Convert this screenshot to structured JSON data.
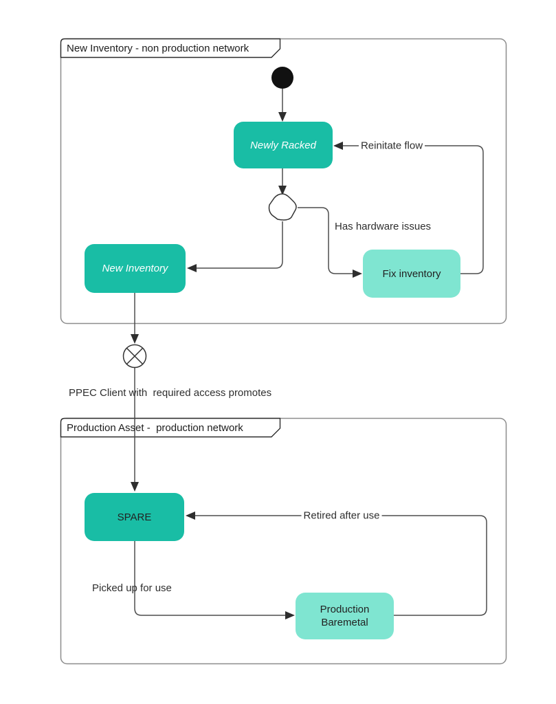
{
  "diagram": {
    "frames": [
      {
        "title": "New Inventory - non production network"
      },
      {
        "title": "Production Asset -  production network"
      }
    ],
    "nodes": {
      "newly_racked": {
        "label": "Newly Racked"
      },
      "new_inventory": {
        "label": "New Inventory"
      },
      "fix_inventory": {
        "label": "Fix inventory"
      },
      "spare": {
        "label": "SPARE"
      },
      "production_baremetal": {
        "label": "Production Baremetal"
      }
    },
    "edge_labels": {
      "reinitate_flow": "Reinitate flow",
      "has_hardware_issues": "Has hardware issues",
      "ppec_promotes": "PPEC Client with  required access promotes",
      "retired_after_use": "Retired after use",
      "picked_up_for_use": "Picked up for use"
    },
    "symbols": {
      "initial_node": "initial-state-filled-circle",
      "decision_node": "decision-diamond",
      "exit_node": "circled-x-flow-final"
    },
    "colors": {
      "node_teal": "#19BDA5",
      "node_light_teal": "#7FE5D1",
      "node_text_light": "#FFFFFF",
      "node_text_dark": "#222222",
      "line": "#4D4D4D",
      "frame_border": "#8C8C8C",
      "tab_border": "#2B2B2B",
      "initial_node_fill": "#111111"
    }
  }
}
